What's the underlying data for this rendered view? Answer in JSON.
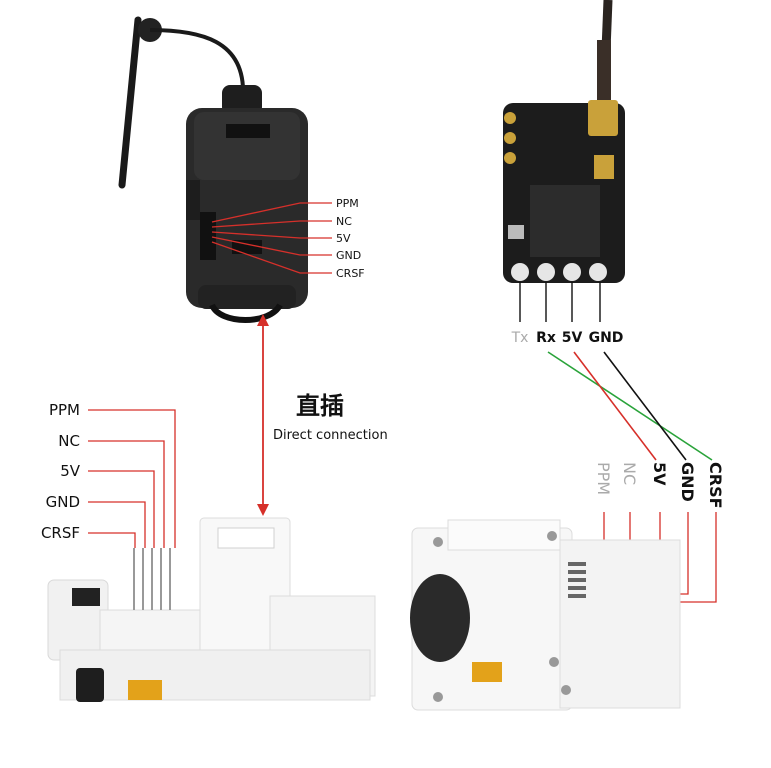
{
  "center": {
    "title_cn": "直插",
    "title_en": "Direct connection"
  },
  "module_pins": [
    "PPM",
    "NC",
    "5V",
    "GND",
    "CRSF"
  ],
  "left_pins": [
    "PPM",
    "NC",
    "5V",
    "GND",
    "CRSF"
  ],
  "receiver_pins": [
    "Tx",
    "Rx",
    "5V",
    "GND"
  ],
  "right_pins": [
    "PPM",
    "NC",
    "5V",
    "GND",
    "CRSF"
  ],
  "colors": {
    "wire_red": "#d6302a",
    "wire_black": "#111111",
    "wire_green": "#2aa33a",
    "pin_grey": "#aaaaaa",
    "module_body": "#2a2a2a",
    "board": "#1c1c1c"
  }
}
